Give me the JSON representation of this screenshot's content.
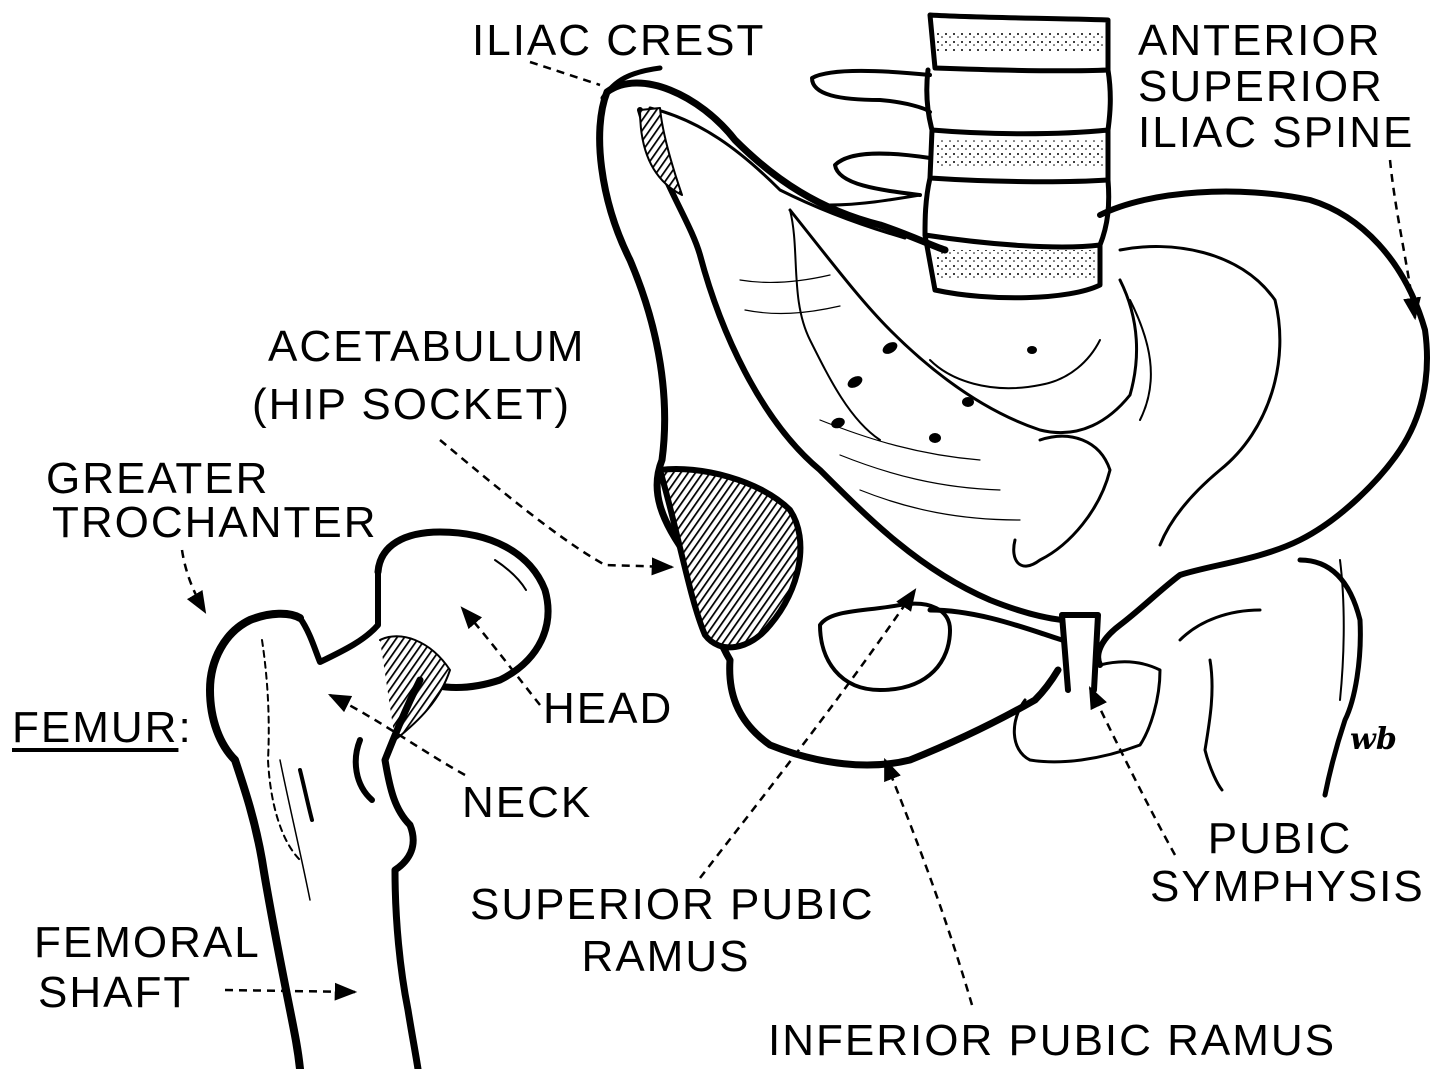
{
  "labels": {
    "iliac_crest": "ILIAC CREST",
    "anterior_superior_iliac_spine": [
      "ANTERIOR",
      "SUPERIOR",
      "ILIAC SPINE"
    ],
    "acetabulum": [
      "ACETABULUM",
      "(HIP SOCKET)"
    ],
    "greater_trochanter": [
      "GREATER",
      "TROCHANTER"
    ],
    "femur_title": "FEMUR",
    "femur_colon": ":",
    "head": "HEAD",
    "neck": "NECK",
    "femoral_shaft": [
      "FEMORAL",
      "SHAFT"
    ],
    "superior_pubic_ramus": [
      "SUPERIOR PUBIC",
      "RAMUS"
    ],
    "inferior_pubic_ramus": "INFERIOR PUBIC RAMUS",
    "pubic_symphysis": [
      "PUBIC",
      "SYMPHYSIS"
    ]
  },
  "signature": "wb",
  "colors": {
    "ink": "#000000",
    "paper": "#ffffff"
  }
}
